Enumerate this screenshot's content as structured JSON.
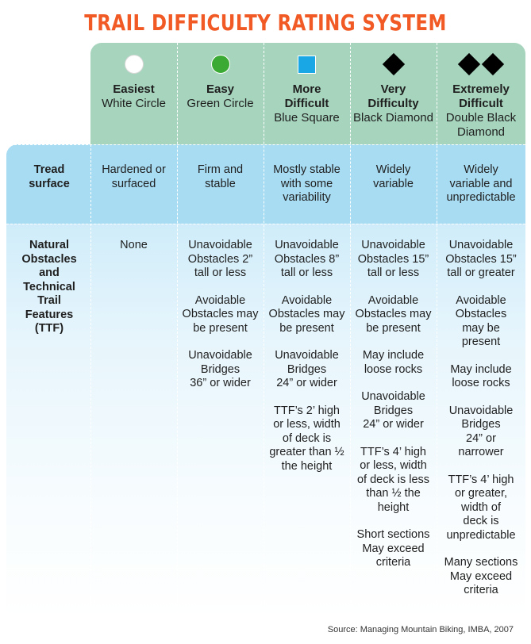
{
  "title": "TRAIL DIFFICULTY RATING SYSTEM",
  "columns": [
    {
      "name": "Easiest",
      "sub": "White Circle",
      "symbol": "white-circle"
    },
    {
      "name": "Easy",
      "sub": "Green Circle",
      "symbol": "green-circle"
    },
    {
      "name": "More\nDifficult",
      "sub": "Blue Square",
      "symbol": "blue-square"
    },
    {
      "name": "Very\nDifficulty",
      "sub": "Black Diamond",
      "symbol": "black-diamond"
    },
    {
      "name": "Extremely\nDifficult",
      "sub": "Double Black\nDiamond",
      "symbol": "double-black-diamond"
    }
  ],
  "rows": [
    {
      "label": "Tread\nsurface",
      "cells": [
        [
          "Hardened or\nsurfaced"
        ],
        [
          "Firm and\nstable"
        ],
        [
          "Mostly stable\nwith some\nvariability"
        ],
        [
          "Widely\nvariable"
        ],
        [
          "Widely\nvariable and\nunpredictable"
        ]
      ]
    },
    {
      "label": "Natural\nObstacles\nand\nTechnical\nTrail\nFeatures\n(TTF)",
      "cells": [
        [
          "None"
        ],
        [
          "Unavoidable\nObstacles 2”\ntall or less",
          "Avoidable\nObstacles may\nbe present",
          "Unavoidable\nBridges\n36” or wider"
        ],
        [
          "Unavoidable\nObstacles 8”\ntall or less",
          "Avoidable\nObstacles may\nbe present",
          "Unavoidable\nBridges\n24” or wider",
          "TTF’s 2’ high\nor less, width\nof deck is\ngreater than ½\nthe height"
        ],
        [
          "Unavoidable\nObstacles 15”\ntall or less",
          "Avoidable\nObstacles may\nbe present",
          "May include\nloose rocks",
          "Unavoidable\nBridges\n24” or wider",
          "TTF’s 4’ high\nor less, width\nof deck is less\nthan ½ the\nheight",
          "Short sections\nMay exceed\ncriteria"
        ],
        [
          "Unavoidable\nObstacles 15”\ntall or greater",
          "Avoidable\nObstacles\nmay be\npresent",
          "May include\nloose rocks",
          "Unavoidable\nBridges\n24” or\nnarrower",
          "TTF’s 4’ high\nor greater,\nwidth of\ndeck is\nunpredictable",
          "Many sections\nMay exceed\ncriteria"
        ]
      ]
    }
  ],
  "source": "Source: Managing Mountain Biking, IMBA, 2007",
  "colors": {
    "title": "#f15a24",
    "header_band": "#a6d4bd",
    "tread_band": "#a8dcf3",
    "green": "#3aaa35",
    "blue": "#1aa7e6"
  }
}
